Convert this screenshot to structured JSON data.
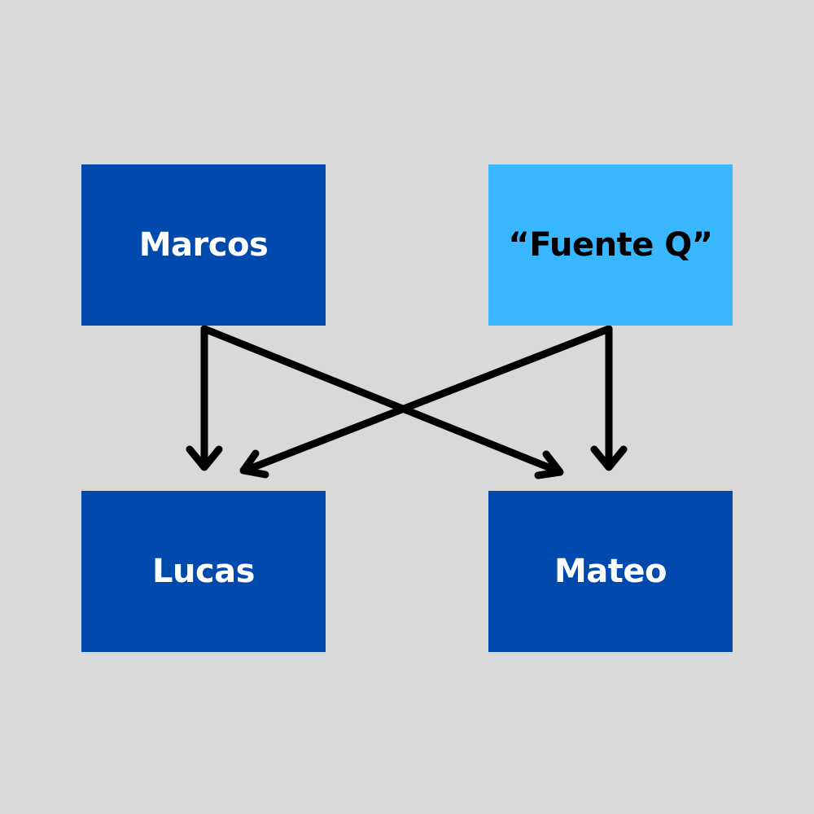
{
  "colors": {
    "background": "#d9d9d9",
    "primary_box": "#004aad",
    "highlight_box": "#38b6ff",
    "primary_text": "#ffffff",
    "highlight_text": "#000000",
    "arrow": "#000000"
  },
  "nodes": {
    "marcos": {
      "label": "Marcos",
      "style": "primary"
    },
    "fuente_q": {
      "label": "“Fuente Q”",
      "style": "highlight"
    },
    "lucas": {
      "label": "Lucas",
      "style": "primary"
    },
    "mateo": {
      "label": "Mateo",
      "style": "primary"
    }
  },
  "edges": [
    {
      "from": "marcos",
      "to": "lucas"
    },
    {
      "from": "marcos",
      "to": "mateo"
    },
    {
      "from": "fuente_q",
      "to": "lucas"
    },
    {
      "from": "fuente_q",
      "to": "mateo"
    }
  ]
}
